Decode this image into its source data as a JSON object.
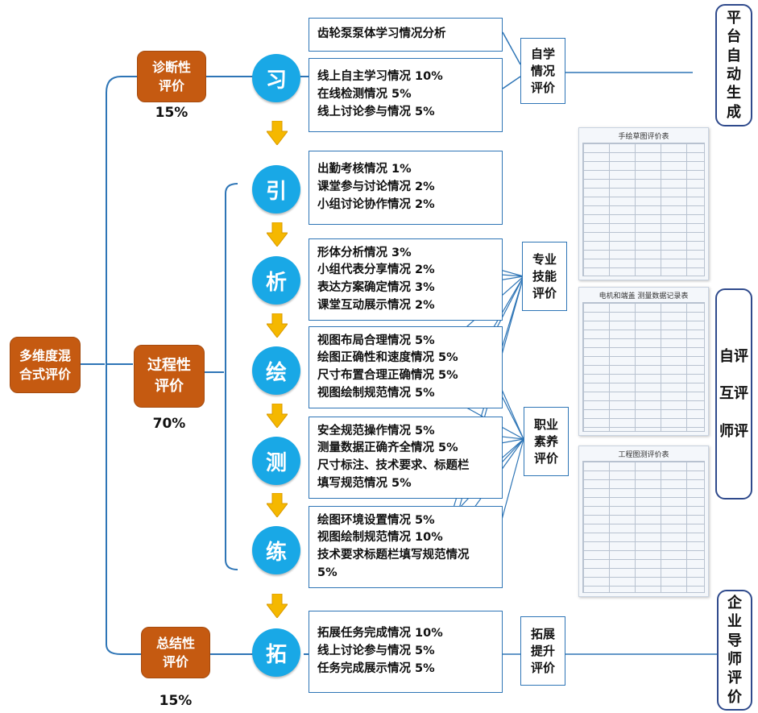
{
  "root": {
    "label": "多维度混\n合式评价"
  },
  "phases": [
    {
      "label": "诊断性\n评价",
      "percent": "15%"
    },
    {
      "label": "过程性\n评价",
      "percent": "70%"
    },
    {
      "label": "总结性\n评价",
      "percent": "15%"
    }
  ],
  "steps": [
    "习",
    "引",
    "析",
    "绘",
    "测",
    "练",
    "拓"
  ],
  "boxes": {
    "pre": [
      "齿轮泵泵体学习情况分析"
    ],
    "xi": [
      "线上自主学习情况 10%",
      "在线检测情况 5%",
      "线上讨论参与情况 5%"
    ],
    "yin": [
      "出勤考核情况 1%",
      "课堂参与讨论情况 2%",
      "小组讨论协作情况 2%"
    ],
    "xi2": [
      "形体分析情况 3%",
      "小组代表分享情况 2%",
      "表达方案确定情况 3%",
      "课堂互动展示情况 2%"
    ],
    "hui": [
      "视图布局合理情况 5%",
      "绘图正确性和速度情况 5%",
      "尺寸布置合理正确情况 5%",
      "视图绘制规范情况 5%"
    ],
    "ce": [
      "安全规范操作情况 5%",
      "测量数据正确齐全情况 5%",
      "尺寸标注、技术要求、标题栏",
      "填写规范情况 5%"
    ],
    "lian": [
      "绘图环境设置情况 5%",
      "视图绘制规范情况 10%",
      "技术要求标题栏填写规范情况",
      "5%"
    ],
    "tuo": [
      "拓展任务完成情况 10%",
      "线上讨论参与情况 5%",
      "任务完成展示情况 5%"
    ]
  },
  "evals": [
    {
      "label": "自学\n情况\n评价"
    },
    {
      "label": "专业\n技能\n评价"
    },
    {
      "label": "职业\n素养\n评价"
    },
    {
      "label": "拓展\n提升\n评价"
    }
  ],
  "side_labels": [
    {
      "label": "平\n台\n自\n动\n生\n成"
    },
    {
      "label": "自评\n\n互评\n\n师评"
    },
    {
      "label": "企\n业\n导\n师\n评\n价"
    }
  ],
  "forms": [
    {
      "title": "手绘草图评价表"
    },
    {
      "title": "电机和端盖 测量数据记录表"
    },
    {
      "title": "工程图测评价表"
    }
  ],
  "colors": {
    "orange": "#c55a11",
    "blue_circle": "#19a8e6",
    "box_border": "#2e75b6",
    "arrow": "#f5b800",
    "bracket": "#2e75b6"
  }
}
